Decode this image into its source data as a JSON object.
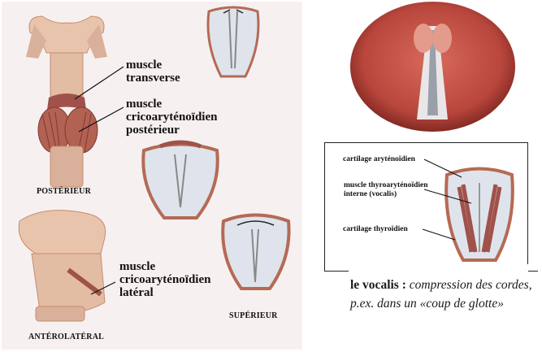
{
  "labels": {
    "transverse": [
      "muscle",
      "transverse"
    ],
    "crico_post": [
      "muscle",
      "cricoaryténoïdien",
      "postérieur"
    ],
    "crico_lat": [
      "muscle",
      "cricoaryténoïdien",
      "latéral"
    ],
    "posterieur": "POSTÉRIEUR",
    "anterolateral": "ANTÉROLATÉRAL",
    "superieur": "SUPÉRIEUR"
  },
  "inset": {
    "aryt": "cartilage aryténoïdien",
    "thyro_muscle": [
      "muscle thyroaryténoïdien",
      "interne (vocalis)"
    ],
    "thyro_cart": "cartilage thyroïdien"
  },
  "caption": {
    "bold": "le vocalis :",
    "italic": " compression des cordes, p.ex. dans un «coup de glotte»"
  },
  "colors": {
    "flesh": "#e8c4ad",
    "flesh_dark": "#c88a6e",
    "muscle": "#a0524a",
    "cartilage": "#dfe4ec",
    "throat": "#c2473e"
  }
}
